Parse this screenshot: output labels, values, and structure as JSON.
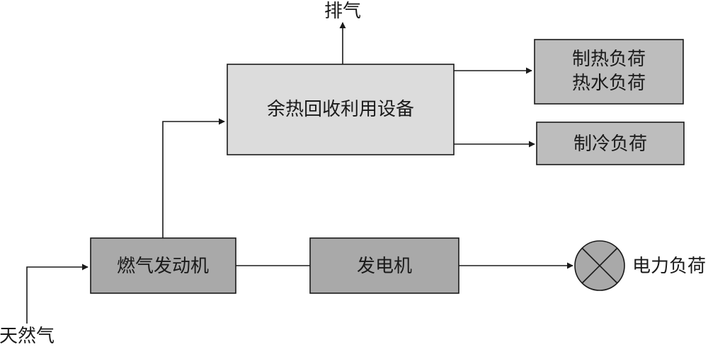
{
  "nodes": {
    "heat_recovery": "余热回收利用设备",
    "heating_load_1": "制热负荷",
    "heating_load_2": "热水负荷",
    "cooling_load": "制冷负荷",
    "gas_engine": "燃气发动机",
    "generator": "发电机",
    "power_load": "电力负荷",
    "natural_gas": "天然气",
    "exhaust": "排气"
  },
  "colors": {
    "light_box": "#dcdcdc",
    "mid_box": "#bdbdbd",
    "dark_box": "#a9a9a9",
    "line": "#1a1a1a"
  }
}
